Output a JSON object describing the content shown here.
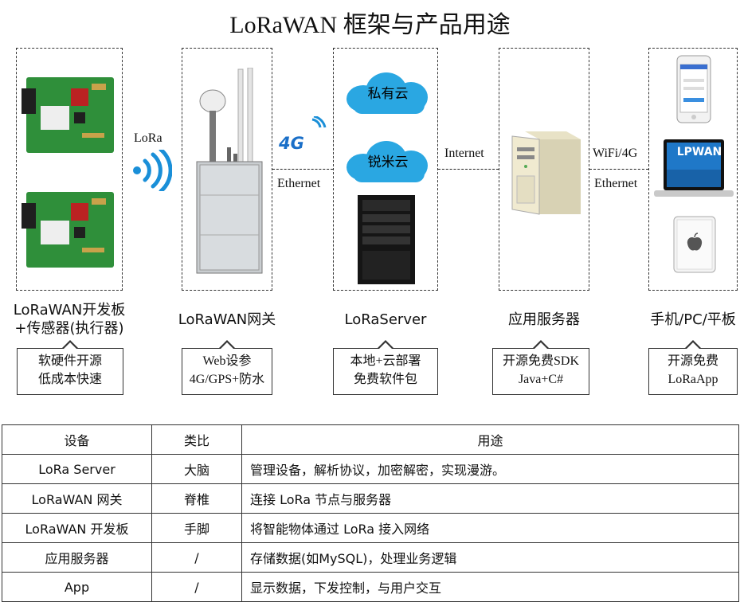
{
  "title": "LoRaWAN 框架与产品用途",
  "links": {
    "lora": "LoRa",
    "g4": "4G",
    "ethernet1": "Ethernet",
    "internet": "Internet",
    "wifi4g": "WiFi/4G",
    "ethernet2": "Ethernet"
  },
  "clouds": {
    "private": "私有云",
    "ruimi": "锐米云"
  },
  "laptop_brand": "LPWAN",
  "columns": [
    {
      "label_line1": "LoRaWAN开发板",
      "label_line2": "+传感器(执行器)",
      "callout1": "软硬件开源",
      "callout2": "低成本快速"
    },
    {
      "label_line1": "LoRaWAN网关",
      "label_line2": "",
      "callout1": "Web设参",
      "callout2": "4G/GPS+防水"
    },
    {
      "label_line1": "LoRaServer",
      "label_line2": "",
      "callout1": "本地+云部署",
      "callout2": "免费软件包"
    },
    {
      "label_line1": "应用服务器",
      "label_line2": "",
      "callout1": "开源免费SDK",
      "callout2": "Java+C#"
    },
    {
      "label_line1": "手机/PC/平板",
      "label_line2": "",
      "callout1": "开源免费",
      "callout2": "LoRaApp"
    }
  ],
  "table": {
    "headers": [
      "设备",
      "类比",
      "用途"
    ],
    "rows": [
      [
        "LoRa Server",
        "大脑",
        "管理设备，解析协议，加密解密，实现漫游。"
      ],
      [
        "LoRaWAN 网关",
        "脊椎",
        "连接 LoRa 节点与服务器"
      ],
      [
        "LoRaWAN 开发板",
        "手脚",
        "将智能物体通过 LoRa 接入网络"
      ],
      [
        "应用服务器",
        "/",
        "存储数据(如MySQL)，处理业务逻辑"
      ],
      [
        "App",
        "/",
        "显示数据，下发控制，与用户交互"
      ]
    ]
  },
  "colors": {
    "cloud": "#2aa7e2",
    "wifi": "#1a8fd8",
    "badge4g": "#1a6fc8"
  }
}
